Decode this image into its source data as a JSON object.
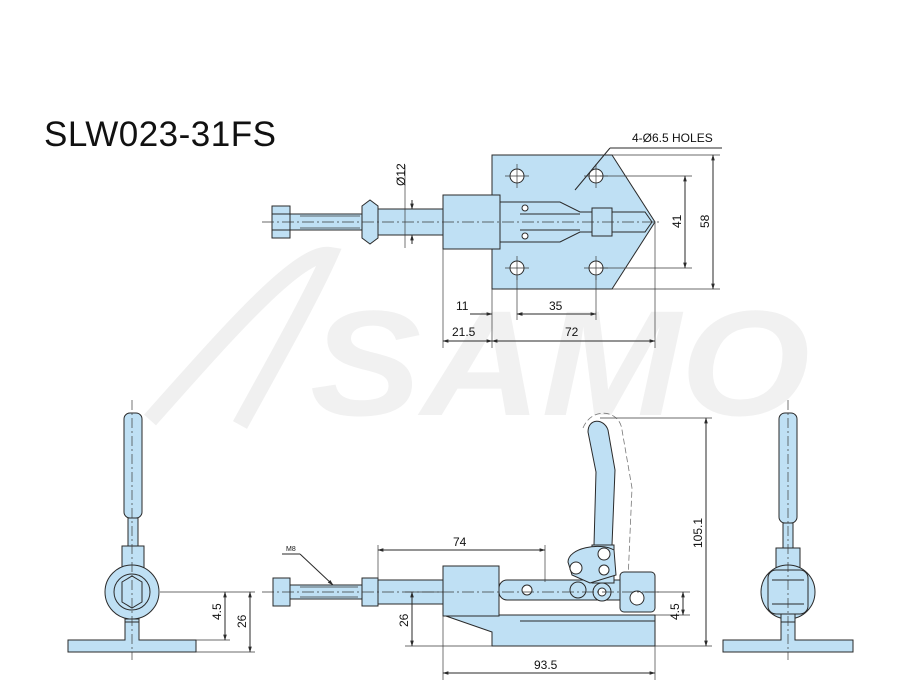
{
  "model": "SLW023-31FS",
  "watermark": "SAMO",
  "part_color": "#bfe0f4",
  "labels": {
    "holes": "4-Ø6.5 HOLES",
    "dia12": "Ø12",
    "d41": "41",
    "d58": "58",
    "d11": "11",
    "d35": "35",
    "d21_5": "21.5",
    "d72": "72",
    "m8": "M8",
    "d74": "74",
    "d105_1": "105.1",
    "d26_front": "26",
    "d4_5_front": "4.5",
    "d93_5": "93.5",
    "d4_5_left": "4.5",
    "d26_left": "26"
  }
}
